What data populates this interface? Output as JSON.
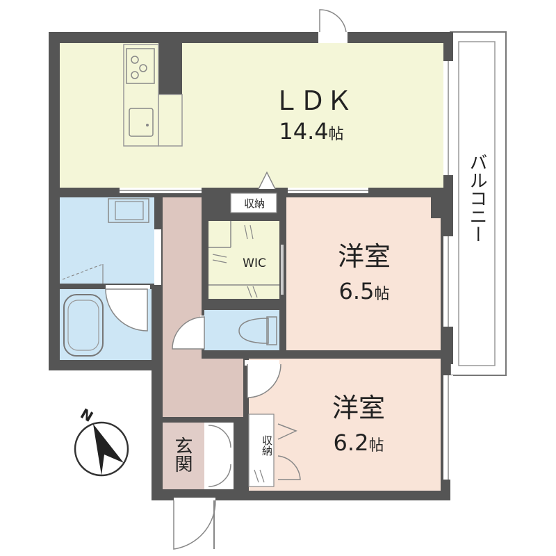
{
  "rooms": {
    "ldk": {
      "name": "ＬＤＫ",
      "area": "14.4",
      "unit": "帖"
    },
    "western1": {
      "name": "洋室",
      "area": "6.5",
      "unit": "帖"
    },
    "western2": {
      "name": "洋室",
      "area": "6.2",
      "unit": "帖"
    },
    "wic": {
      "name": "WIC"
    },
    "storage1": {
      "name": "収納"
    },
    "storage2": {
      "name": "収納"
    },
    "entrance": {
      "name": "玄関"
    },
    "balcony": {
      "name": "バルコニー"
    }
  },
  "compass": {
    "label": "N"
  },
  "colors": {
    "wall": "#555555",
    "ldk": "#f4f6d8",
    "bedroom": "#f9e4d8",
    "wet": "#cde6f5",
    "hall": "#ddc6bf",
    "entry": "#e1cdc8",
    "wic": "#f4f6d8"
  }
}
